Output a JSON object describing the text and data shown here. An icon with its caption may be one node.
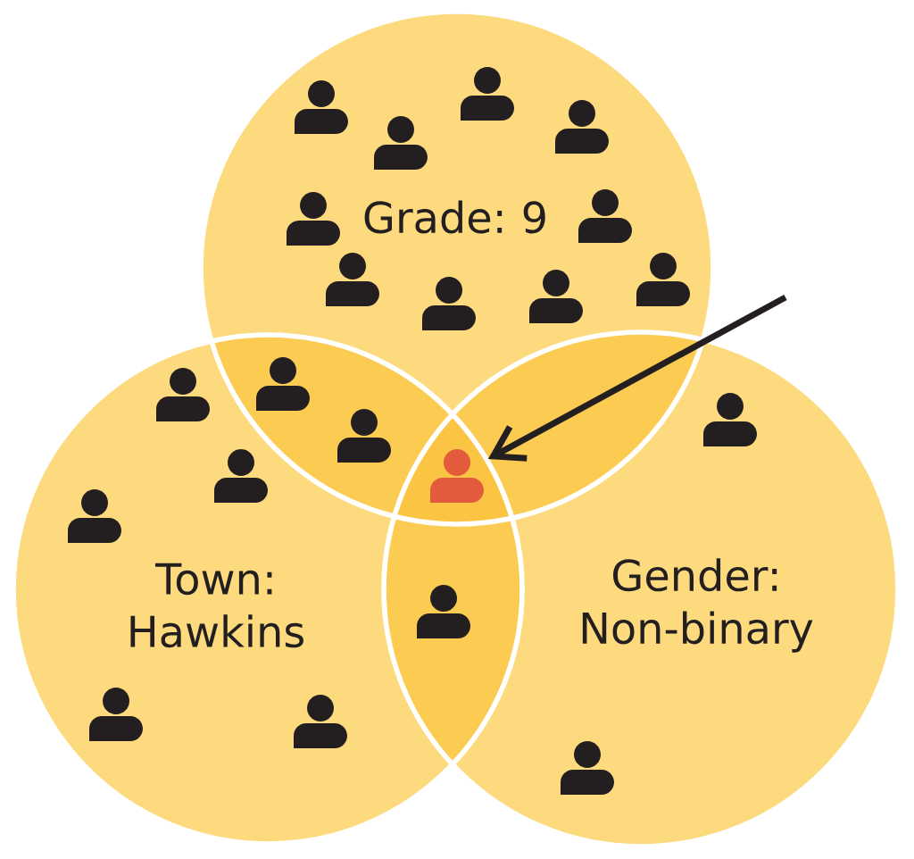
{
  "diagram": {
    "nodes": [
      {
        "text": [
          "Grade: 9"
        ]
      },
      {
        "text": [
          "Town: Hawkins"
        ]
      },
      {
        "text": [
          "Gender: Non-binary"
        ]
      },
      {
        "text": [],
        "shape": "person"
      }
    ],
    "edges": [
      {
        "from": null,
        "to": 3,
        "arrow": "to"
      }
    ]
  }
}
